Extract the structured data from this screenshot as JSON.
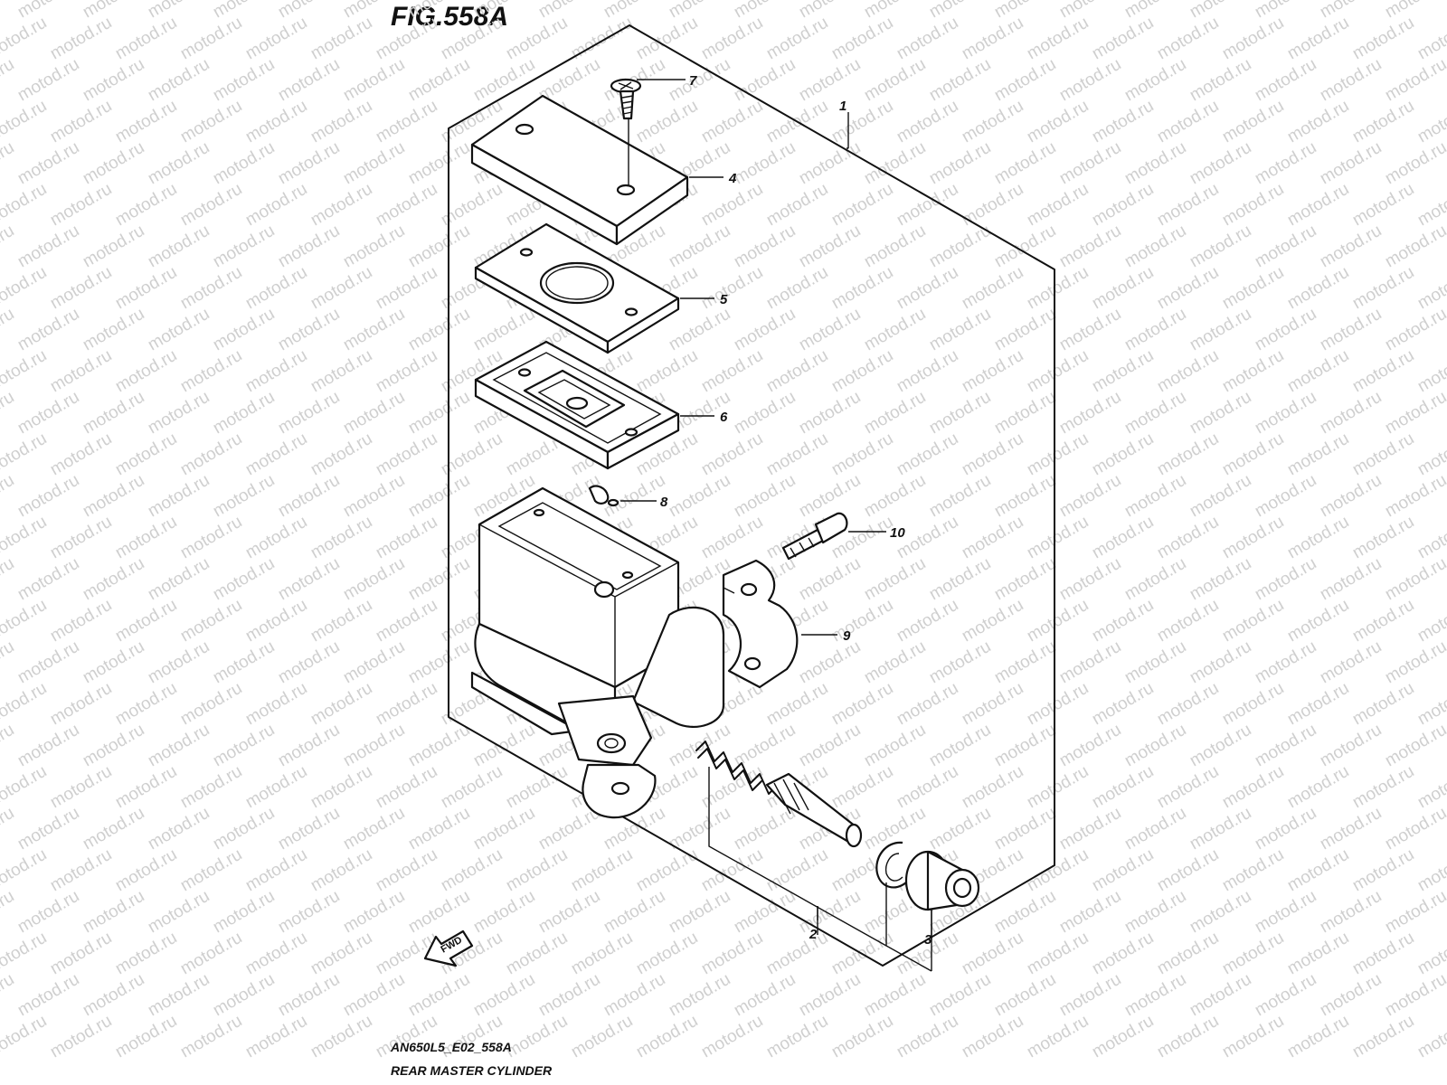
{
  "figure": {
    "title": "FIG.558A",
    "code": "AN650L5_E02_558A",
    "subtitle": "REAR MASTER CYLINDER"
  },
  "watermark": {
    "text": "motod.ru"
  },
  "fwd": {
    "text": "FWD"
  },
  "callouts": [
    {
      "id": "1",
      "label": "1",
      "part": "master-cylinder-assembly"
    },
    {
      "id": "2",
      "label": "2",
      "part": "piston-kit"
    },
    {
      "id": "3",
      "label": "3",
      "part": "boot"
    },
    {
      "id": "4",
      "label": "4",
      "part": "reservoir-cap"
    },
    {
      "id": "5",
      "label": "5",
      "part": "cap-plate"
    },
    {
      "id": "6",
      "label": "6",
      "part": "diaphragm"
    },
    {
      "id": "7",
      "label": "7",
      "part": "screw"
    },
    {
      "id": "8",
      "label": "8",
      "part": "clip"
    },
    {
      "id": "9",
      "label": "9",
      "part": "holder"
    },
    {
      "id": "10",
      "label": "10",
      "part": "bolt"
    }
  ]
}
